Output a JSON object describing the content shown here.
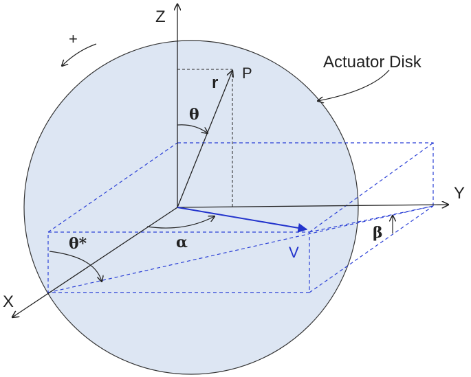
{
  "labels": {
    "z_axis": "Z",
    "y_axis": "Y",
    "x_axis": "X",
    "point": "P",
    "radius": "r",
    "theta": "θ",
    "theta_star": "θ*",
    "alpha": "α",
    "beta": "β",
    "velocity": "V",
    "plus": "+",
    "disk_label": "Actuator Disk"
  },
  "colors": {
    "disk_fill": "#dde6f3",
    "line": "#222222",
    "dashed_blue": "#2a3fd6",
    "velocity": "#2233cc"
  }
}
